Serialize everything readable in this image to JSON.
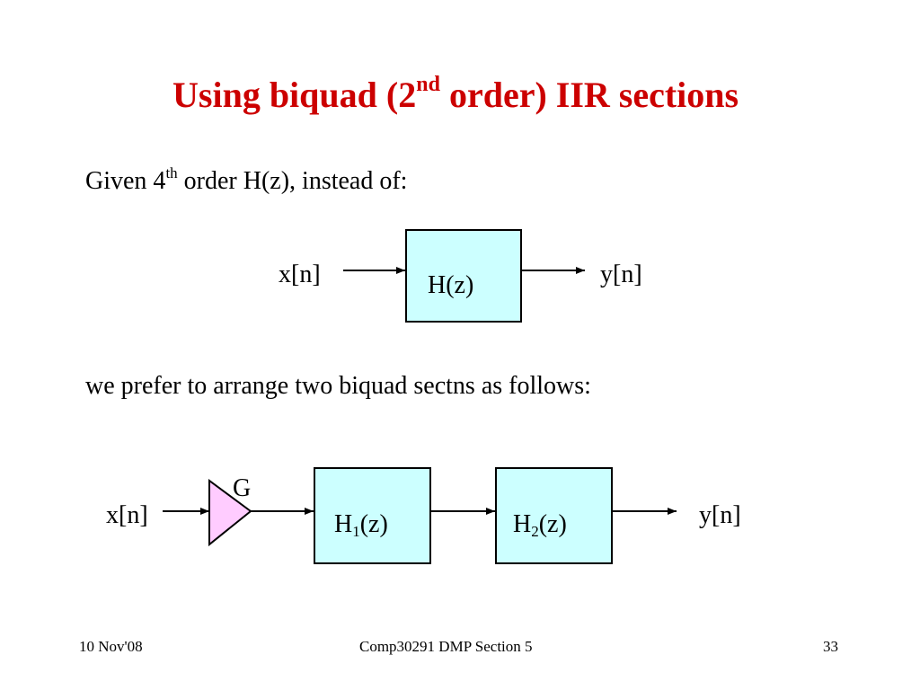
{
  "title": {
    "before": "Using biquad (2",
    "sup": "nd",
    "after": " order) IIR sections"
  },
  "line1": {
    "before": "Given 4",
    "sup": "th",
    "after": " order H(z), instead of:"
  },
  "line2": "we prefer to arrange two biquad sectns as follows:",
  "diagram1": {
    "input": "x[n]",
    "block": "H(z)",
    "output": "y[n]"
  },
  "diagram2": {
    "input": "x[n]",
    "gain": "G",
    "block1": {
      "base": "H",
      "sub": "1",
      "rest": "(z)"
    },
    "block2": {
      "base": "H",
      "sub": "2",
      "rest": "(z)"
    },
    "output": "y[n]"
  },
  "colors": {
    "title": "#cc0000",
    "block_fill": "#ccffff",
    "gain_fill": "#ffccff"
  },
  "footer": {
    "date": "10 Nov'08",
    "course": "Comp30291 DMP Section 5",
    "page": "33"
  }
}
